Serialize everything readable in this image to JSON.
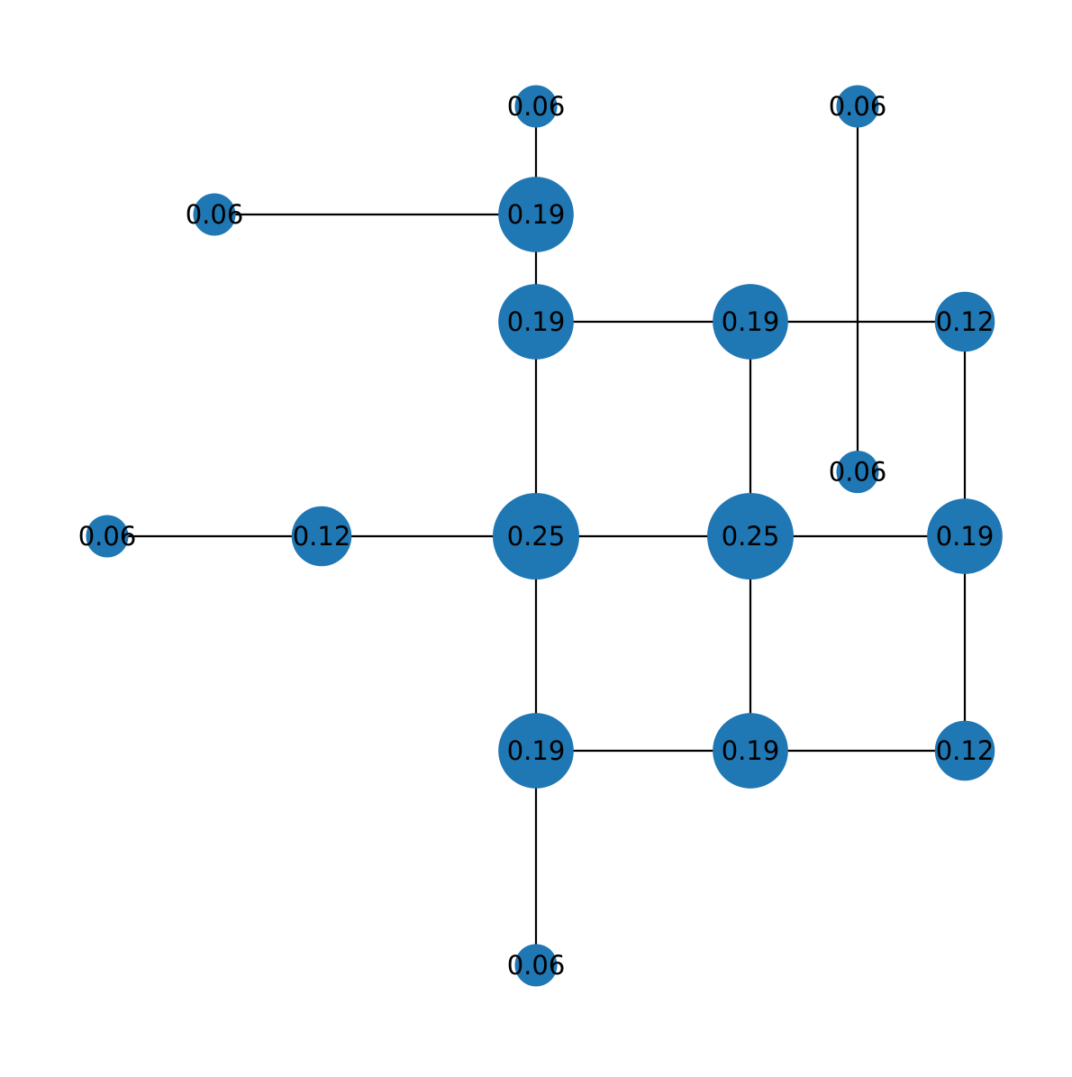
{
  "chart_data": {
    "type": "network",
    "title": "",
    "node_color": "#1f77b4",
    "edge_color": "#000000",
    "nodes": [
      {
        "id": "A",
        "label": "0.06"
      },
      {
        "id": "B",
        "label": "0.06"
      },
      {
        "id": "C",
        "label": "0.19"
      },
      {
        "id": "D",
        "label": "0.06"
      },
      {
        "id": "E",
        "label": "0.19"
      },
      {
        "id": "F",
        "label": "0.19"
      },
      {
        "id": "G",
        "label": "0.12"
      },
      {
        "id": "H",
        "label": "0.06"
      },
      {
        "id": "I",
        "label": "0.06"
      },
      {
        "id": "J",
        "label": "0.12"
      },
      {
        "id": "K",
        "label": "0.25"
      },
      {
        "id": "L",
        "label": "0.25"
      },
      {
        "id": "M",
        "label": "0.19"
      },
      {
        "id": "N",
        "label": "0.19"
      },
      {
        "id": "O",
        "label": "0.19"
      },
      {
        "id": "P",
        "label": "0.12"
      },
      {
        "id": "Q",
        "label": "0.06"
      }
    ],
    "edges": [
      [
        "A",
        "C"
      ],
      [
        "B",
        "C"
      ],
      [
        "C",
        "E"
      ],
      [
        "E",
        "F"
      ],
      [
        "F",
        "G"
      ],
      [
        "D",
        "H"
      ],
      [
        "G",
        "M"
      ],
      [
        "E",
        "K"
      ],
      [
        "F",
        "L"
      ],
      [
        "I",
        "J"
      ],
      [
        "J",
        "K"
      ],
      [
        "K",
        "L"
      ],
      [
        "L",
        "M"
      ],
      [
        "K",
        "N"
      ],
      [
        "L",
        "O"
      ],
      [
        "M",
        "P"
      ],
      [
        "N",
        "O"
      ],
      [
        "O",
        "P"
      ],
      [
        "N",
        "Q"
      ]
    ]
  }
}
